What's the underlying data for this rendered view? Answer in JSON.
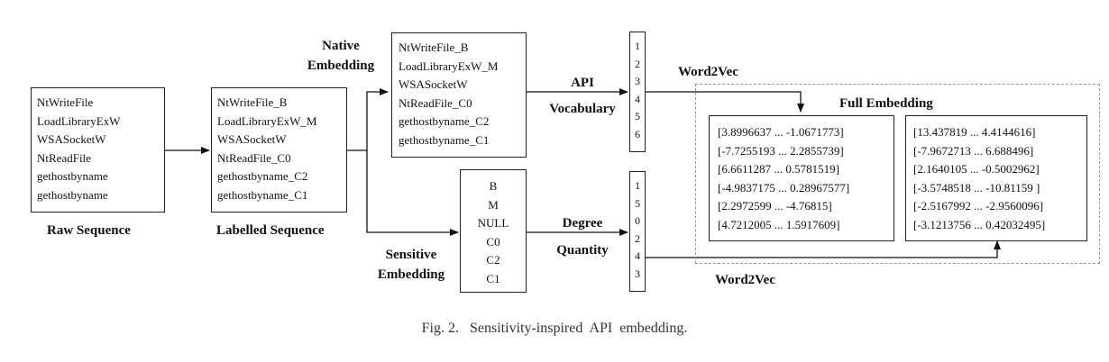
{
  "raw": {
    "items": [
      "NtWriteFile",
      "LoadLibraryExW",
      "WSASocketW",
      "NtReadFile",
      "gethostbyname",
      "gethostbyname"
    ],
    "label": "Raw Sequence"
  },
  "labelled": {
    "items": [
      "NtWriteFile_B",
      "LoadLibraryExW_M",
      "WSASocketW",
      "NtReadFile_C0",
      "gethostbyname_C2",
      "gethostbyname_C1"
    ],
    "label": "Labelled Sequence"
  },
  "native": {
    "title_line1": "Native",
    "title_line2": "Embedding",
    "items": [
      "NtWriteFile_B",
      "LoadLibraryExW_M",
      "WSASocketW",
      "NtReadFile_C0",
      "gethostbyname_C2",
      "gethostbyname_C1"
    ]
  },
  "sensitive": {
    "title_line1": "Sensitive",
    "title_line2": "Embedding",
    "items": [
      "B",
      "M",
      "NULL",
      "C0",
      "C2",
      "C1"
    ]
  },
  "api_vocab": {
    "line1": "API",
    "line2": "Vocabulary",
    "indices": [
      "1",
      "2",
      "3",
      "4",
      "5",
      "6"
    ]
  },
  "degree": {
    "line1": "Degree",
    "line2": "Quantity",
    "indices": [
      "1",
      "5",
      "0",
      "2",
      "4",
      "3"
    ]
  },
  "word2vec_top": "Word2Vec",
  "word2vec_bottom": "Word2Vec",
  "full_embedding": {
    "title": "Full Embedding",
    "left": [
      "[3.8996637 ... -1.0671773]",
      "[-7.7255193 ... 2.2855739]",
      "[6.6611287 ... 0.5781519]",
      "[-4.9837175 ... 0.28967577]",
      "[2.2972599 ... -4.76815]",
      "[4.7212005 ... 1.5917609]"
    ],
    "right": [
      "[13.437819 ... 4.4144616]",
      "[-7.9672713 ... 6.688496]",
      "[2.1640105 ... -0.5002962]",
      "[-3.5748518 ... -10.81159 ]",
      "[-2.5167992 ... -2.9560096]",
      "[-3.1213756 ... 0.42032495]"
    ]
  },
  "caption": "Fig. 2.   Sensitivity-inspired  API  embedding."
}
